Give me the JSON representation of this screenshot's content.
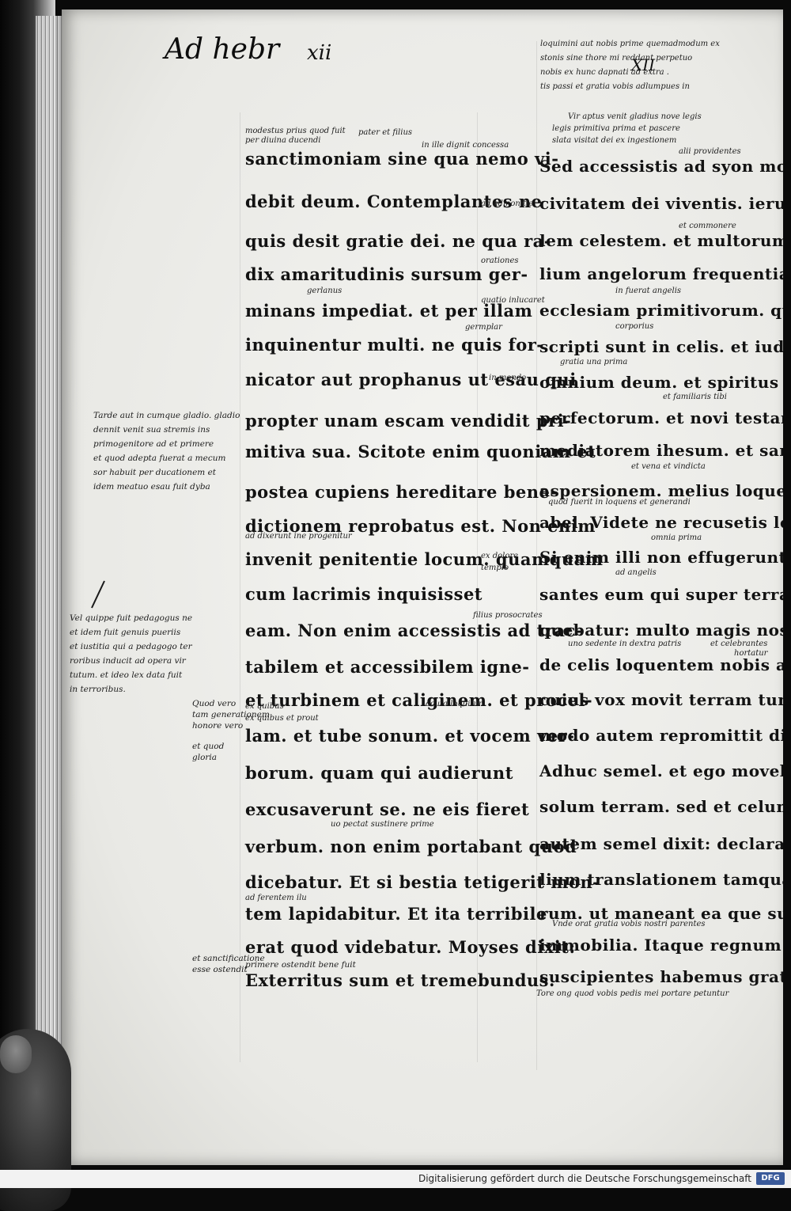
{
  "header": {
    "running_title": "Ad hebr",
    "folio": "xii",
    "top_right_folio": "XII"
  },
  "main_text": {
    "left_column": [
      "sanctimoniam sine qua nemo vi-",
      "debit deum. Contemplantes ne",
      "quis desit gratie dei. ne qua ra-",
      "dix amaritudinis sursum ger-",
      "minans impediat. et per illam",
      "inquinentur multi. ne quis for-",
      "nicator aut prophanus ut esau qui",
      "propter unam escam vendidit pri-",
      "mitiva sua. Scitote enim quoniam et",
      "postea cupiens hereditare bene-",
      "dictionem reprobatus est. Non enim",
      "invenit penitentie locum. quamquam",
      "cum lacrimis inquisisset",
      "eam. Non enim accessistis ad trac-",
      "tabilem et accessibilem igne-",
      "et turbinem et caliginem. et procel-",
      "lam. et tube sonum. et vocem ver-",
      "borum. quam qui audierunt",
      "excusaverunt se. ne eis fieret",
      "verbum. non enim portabant quod",
      "dicebatur. Et si bestia tetigerit mon-",
      "tem lapidabitur. Et ita terribile",
      "erat quod videbatur. Moyses dixit:",
      "Exterritus sum et tremebundus."
    ],
    "right_column": [
      "Sed accessistis ad syon montem et",
      "civitatem dei viventis. ierusa-",
      "lem celestem. et multorum mi-",
      "lium angelorum frequentiam. et",
      "ecclesiam primitivorum. qui con-",
      "scripti sunt in celis. et iudicem",
      "omnium deum. et spiritus iustorum",
      "perfectorum. et novi testamenti",
      "mediatorem ihesum. et sanguinis",
      "aspersionem. melius loquentem quam",
      "abel. Videte ne recusetis loquentem.",
      "Si enim illi non effugerunt recu-",
      "santes eum qui super terram lo-",
      "quebatur: multo magis nos qui",
      "de celis loquentem nobis avertimus.",
      "cuius vox movit terram tunc.",
      "modo autem repromittit dicens.",
      "Adhuc semel. et ego movebo non",
      "solum terram. sed et celum. Quod",
      "autem semel dixit: declarat mobi-",
      "lium translationem tamquam facto-",
      "rum. ut maneant ea que sunt",
      "immobilia. Itaque regnum immobile",
      "suscipientes habemus gratiam"
    ]
  },
  "glosses": {
    "top_right_block": [
      "loquimini aut nobis prime quemadmodum ex",
      "stonis sine thore mi reddant perpetuo",
      "nobis ex hunc dapnati ad extra .",
      "tis passi et gratia vobis adlumpues in"
    ],
    "marginal_left_1": [
      "Tarde aut in cumque gladio. gladio",
      "dennit venit sua stremis ins",
      "primogenitore ad et primere",
      "et quod adepta fuerat a mecum",
      "sor habuit per ducationem et",
      "idem meatuo esau fuit dyba"
    ],
    "marginal_left_2": [
      "Vel quippe fuit pedagogus ne",
      "et idem fuit genuis pueriis",
      "et iustitia qui a pedagogo ter",
      "roribus inducit ad opera vir",
      "tutum. et ideo lex data fuit",
      "in terroribus."
    ],
    "left_column_small": [
      "modestus prius quod fuit",
      "per diuina ducendi",
      "pater et filius",
      "in ille dignit concessa",
      "ad admonitie",
      "orationes",
      "gerlanus",
      "quatio inlucaret",
      "germplar",
      "in mondo",
      "ad dixerunt ine progenitur",
      "ex dolore",
      "templo",
      "filius prosocrates",
      "ex quibus",
      "acuta loquitur",
      "ex quibus et prout",
      "uo pectat sustinere prime",
      "ad ferentem ilu"
    ],
    "right_column_small": [
      "Vir aptus venit gladius nove legis",
      "legis primitiva prima et pascere",
      "slata visitat dei ex ingestionem",
      "alii providentes",
      "et commonere",
      "in fuerat angelis",
      "corporius",
      "gratia una prima",
      "et familiaris tibi",
      "et vena et vindicta",
      "quod fuerit in loquens et generandi",
      "omnia prima",
      "ad angelis",
      "uno sedente in dextra patris",
      "et celebrantes",
      "hortatur",
      "Vnde orat gratia vobis nostri parentes",
      "Tore ong quod vobis pedis mei portare petuntur"
    ],
    "bottom_left_notes": [
      "Quod vero",
      "tam generationem",
      "honore vero",
      "et quod",
      "gloria",
      "et sanctificatione",
      "esse ostendit",
      "primere ostendit bene fuit"
    ]
  },
  "footer": {
    "credit": "Digitalisierung gefördert durch die Deutsche Forschungsgemeinschaft",
    "logo_text": "DFG"
  }
}
